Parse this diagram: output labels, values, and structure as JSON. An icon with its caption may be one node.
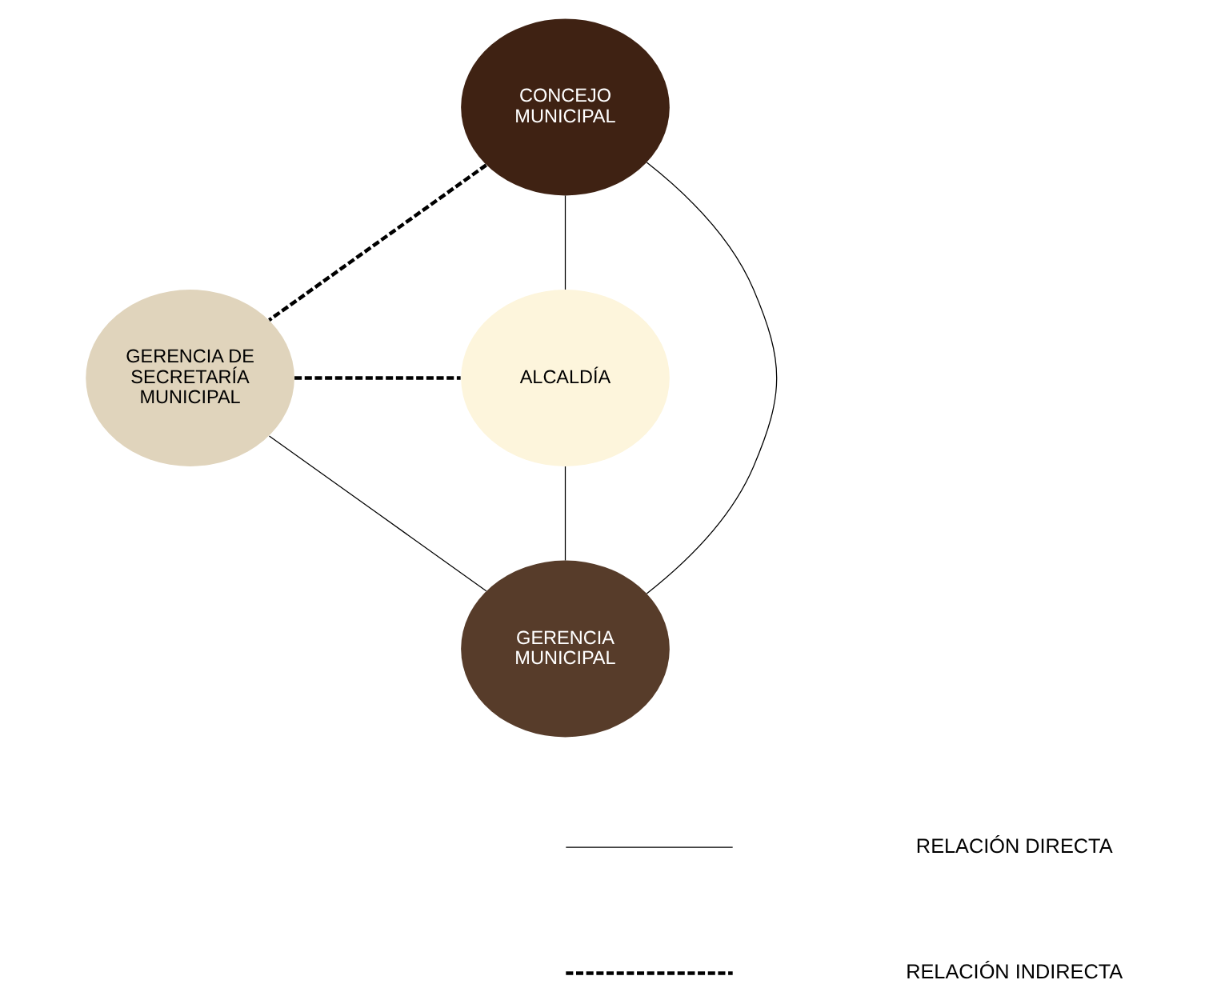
{
  "diagram": {
    "nodes": [
      {
        "text": [
          "CONCEJO MUNICIPAL"
        ]
      },
      {
        "text": [
          "GERENCIA DE SECRETARÍA MUNICIPAL"
        ]
      },
      {
        "text": [
          "ALCALDÍA"
        ]
      },
      {
        "text": [
          "GERENCIA MUNICIPAL"
        ]
      }
    ],
    "edges": [
      {
        "from": 0,
        "to": 1,
        "arrow": "none",
        "style": "dashed"
      },
      {
        "from": 1,
        "to": 2,
        "arrow": "none",
        "style": "dashed"
      },
      {
        "from": 0,
        "to": 2,
        "arrow": "none"
      },
      {
        "from": 0,
        "to": 3,
        "arrow": "none"
      },
      {
        "from": 1,
        "to": 3,
        "arrow": "none"
      },
      {
        "from": 3,
        "to": 2,
        "arrow": "none"
      }
    ],
    "legend": [
      {
        "text": "RELACIÓN DIRECTA"
      },
      {
        "text": "RELACIÓN INDIRECTA"
      }
    ]
  }
}
